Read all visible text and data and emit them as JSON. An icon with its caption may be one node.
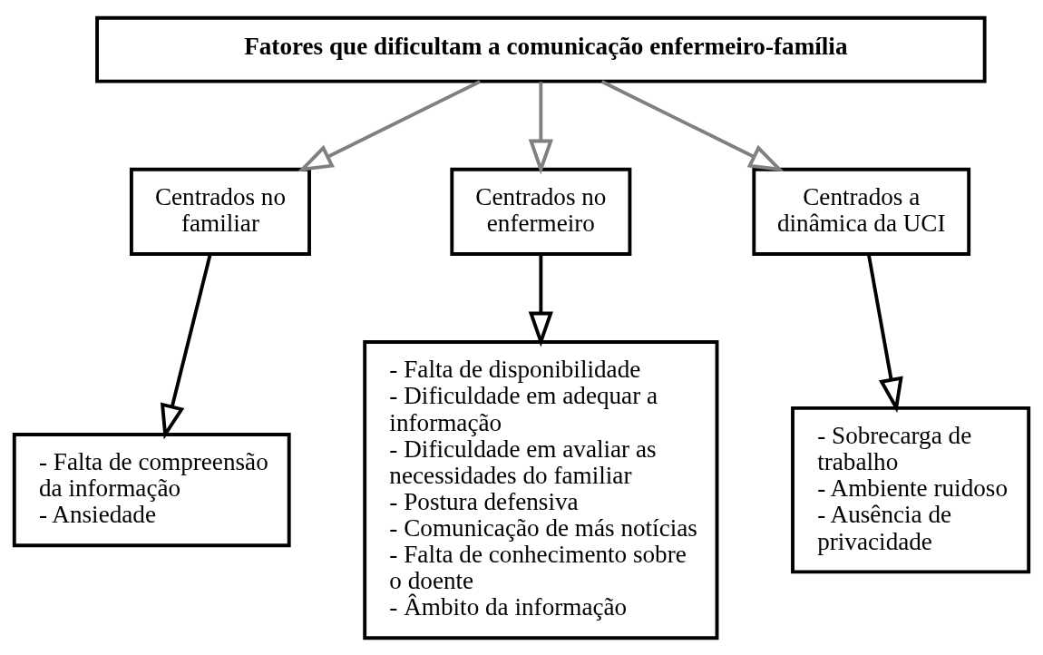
{
  "diagram": {
    "nodes": [
      {
        "text": [
          "Fatores que dificultam a comunicação enfermeiro-família"
        ]
      },
      {
        "text": [
          "Centrados no familiar"
        ]
      },
      {
        "text": [
          "Centrados no enfermeiro"
        ]
      },
      {
        "text": [
          "Centrados a dinâmica da UCI"
        ]
      },
      {
        "text": [
          "- Falta de compreensão da informação",
          "- Ansiedade"
        ]
      },
      {
        "text": [
          "- Falta de disponibilidade",
          "- Dificuldade em adequar a informação",
          "- Dificuldade em avaliar as necessidades do familiar",
          "- Postura defensiva",
          "- Comunicação de más notícias",
          "- Falta de conhecimento sobre o doente",
          "- Âmbito da informação"
        ]
      },
      {
        "text": [
          "- Sobrecarga de trabalho",
          "- Ambiente ruidoso",
          "- Ausência de privacidade"
        ]
      }
    ],
    "edges": [
      {
        "from": 0,
        "to": 1,
        "arrow": "to",
        "color": "#808080"
      },
      {
        "from": 0,
        "to": 2,
        "arrow": "to",
        "color": "#808080"
      },
      {
        "from": 0,
        "to": 3,
        "arrow": "to",
        "color": "#808080"
      },
      {
        "from": 1,
        "to": 4,
        "arrow": "to",
        "color": "#000000"
      },
      {
        "from": 2,
        "to": 5,
        "arrow": "to",
        "color": "#000000"
      },
      {
        "from": 3,
        "to": 6,
        "arrow": "to",
        "color": "#000000"
      }
    ]
  }
}
